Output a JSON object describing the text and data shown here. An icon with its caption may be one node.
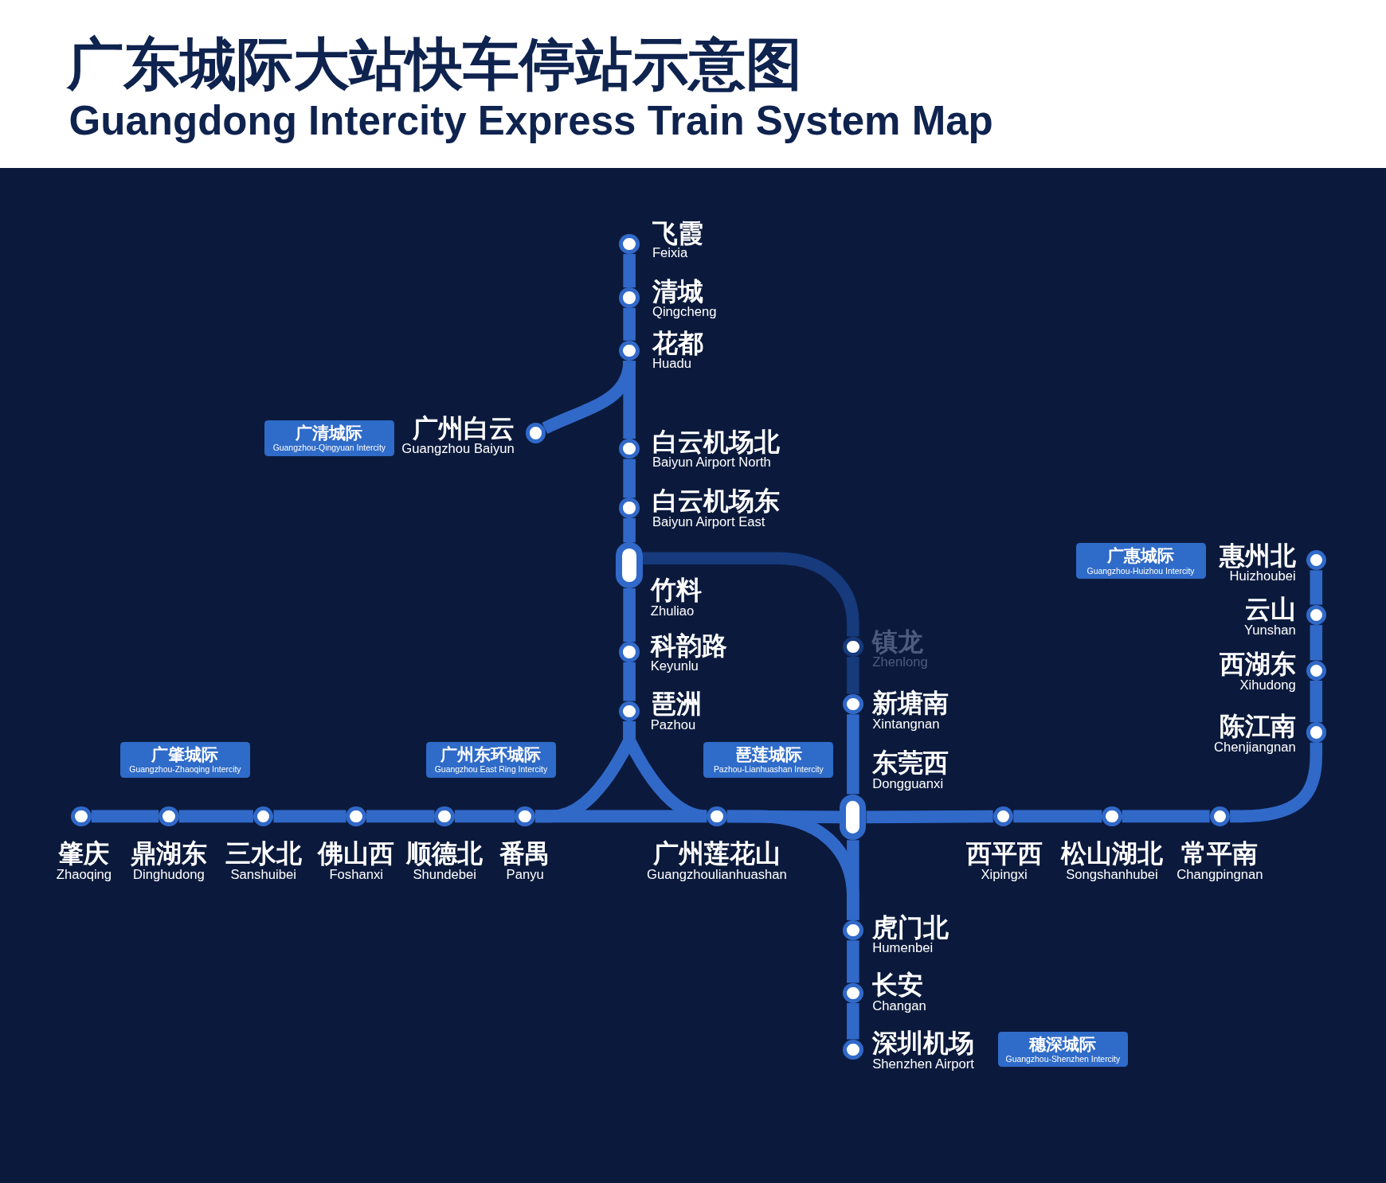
{
  "diagram": {
    "title": "广东城际大站快车停站示意图",
    "nodes": [
      {
        "text": [],
        "shape": "circle",
        "beside": [
          "飞霞",
          "Feixia"
        ]
      },
      {
        "text": [],
        "shape": "circle",
        "beside": [
          "清城",
          "Qingcheng"
        ]
      },
      {
        "text": [],
        "shape": "circle",
        "beside": [
          "花都",
          "Huadu"
        ]
      },
      {
        "text": [],
        "shape": "circle",
        "beside": [
          "广州白云",
          "Guangzhou Baiyun"
        ]
      },
      {
        "text": [],
        "shape": "circle",
        "beside": [
          "白云机场北",
          "Baiyun Airport North"
        ]
      },
      {
        "text": [],
        "shape": "circle",
        "beside": [
          "白云机场东",
          "Baiyun Airport East"
        ]
      },
      {
        "text": [],
        "shape": "capsule",
        "beside": [
          "竹料",
          "Zhuliao"
        ]
      },
      {
        "text": [],
        "shape": "circle",
        "beside": [
          "科韵路",
          "Keyunlu"
        ]
      },
      {
        "text": [],
        "shape": "circle",
        "beside": [
          "琶洲",
          "Pazhou"
        ]
      },
      {
        "text": [],
        "shape": "circle",
        "beside": [
          "肇庆",
          "Zhaoqing"
        ]
      },
      {
        "text": [],
        "shape": "circle",
        "beside": [
          "鼎湖东",
          "Dinghudong"
        ]
      },
      {
        "text": [],
        "shape": "circle",
        "beside": [
          "三水北",
          "Sanshuibei"
        ]
      },
      {
        "text": [],
        "shape": "circle",
        "beside": [
          "佛山西",
          "Foshanxi"
        ]
      },
      {
        "text": [],
        "shape": "circle",
        "beside": [
          "顺德北",
          "Shundebei"
        ]
      },
      {
        "text": [],
        "shape": "circle",
        "beside": [
          "番禺",
          "Panyu"
        ]
      },
      {
        "text": [],
        "shape": "circle",
        "beside": [
          "广州莲花山",
          "Guangzhoulianhuashan"
        ]
      },
      {
        "text": [],
        "shape": "circle",
        "beside": [
          "镇龙",
          "Zhenlong"
        ]
      },
      {
        "text": [],
        "shape": "circle",
        "beside": [
          "新塘南",
          "Xintangnan"
        ]
      },
      {
        "text": [],
        "shape": "capsule",
        "beside": [
          "东莞西",
          "Dongguanxi"
        ]
      },
      {
        "text": [],
        "shape": "circle",
        "beside": [
          "西平西",
          "Xipingxi"
        ]
      },
      {
        "text": [],
        "shape": "circle",
        "beside": [
          "松山湖北",
          "Songshanhubei"
        ]
      },
      {
        "text": [],
        "shape": "circle",
        "beside": [
          "常平南",
          "Changpingnan"
        ]
      },
      {
        "text": [],
        "shape": "circle",
        "beside": [
          "惠州北",
          "Huizhoubei"
        ]
      },
      {
        "text": [],
        "shape": "circle",
        "beside": [
          "云山",
          "Yunshan"
        ]
      },
      {
        "text": [],
        "shape": "circle",
        "beside": [
          "西湖东",
          "Xihudong"
        ]
      },
      {
        "text": [],
        "shape": "circle",
        "beside": [
          "陈江南",
          "Chenjiangnan"
        ]
      },
      {
        "text": [],
        "shape": "circle",
        "beside": [
          "虎门北",
          "Humenbei"
        ]
      },
      {
        "text": [],
        "shape": "circle",
        "beside": [
          "长安",
          "Changan"
        ]
      },
      {
        "text": [],
        "shape": "circle",
        "beside": [
          "深圳机场",
          "Shenzhen Airport"
        ]
      },
      {
        "text": [
          "广清城际",
          "Guangzhou-Qingyuan Intercity"
        ]
      },
      {
        "text": [
          "广肇城际",
          "Guangzhou-Zhaoqing Intercity"
        ]
      },
      {
        "text": [
          "广州东环城际",
          "Guangzhou East Ring Intercity"
        ]
      },
      {
        "text": [
          "琶莲城际",
          "Pazhou-Lianhuashan Intercity"
        ]
      },
      {
        "text": [
          "广惠城际",
          "Guangzhou-Huizhou Intercity"
        ]
      },
      {
        "text": [
          "穗深城际",
          "Guangzhou-Shenzhen Intercity"
        ]
      }
    ],
    "edges": [
      {
        "from": 0,
        "to": 1,
        "arrow": "none"
      },
      {
        "from": 1,
        "to": 2,
        "arrow": "none"
      },
      {
        "from": 2,
        "to": 3,
        "arrow": "none"
      },
      {
        "from": 2,
        "to": 4,
        "arrow": "none"
      },
      {
        "from": 4,
        "to": 5,
        "arrow": "none"
      },
      {
        "from": 5,
        "to": 6,
        "arrow": "none"
      },
      {
        "from": 6,
        "to": 7,
        "arrow": "none"
      },
      {
        "from": 7,
        "to": 8,
        "arrow": "none"
      },
      {
        "from": 8,
        "to": 14,
        "arrow": "none"
      },
      {
        "from": 8,
        "to": 15,
        "arrow": "none"
      },
      {
        "from": 9,
        "to": 10,
        "arrow": "none"
      },
      {
        "from": 10,
        "to": 11,
        "arrow": "none"
      },
      {
        "from": 11,
        "to": 12,
        "arrow": "none"
      },
      {
        "from": 12,
        "to": 13,
        "arrow": "none"
      },
      {
        "from": 13,
        "to": 14,
        "arrow": "none"
      },
      {
        "from": 14,
        "to": 15,
        "arrow": "none"
      },
      {
        "from": 15,
        "to": 18,
        "arrow": "none"
      },
      {
        "from": 18,
        "to": 19,
        "arrow": "none"
      },
      {
        "from": 19,
        "to": 20,
        "arrow": "none"
      },
      {
        "from": 20,
        "to": 21,
        "arrow": "none"
      },
      {
        "from": 21,
        "to": 25,
        "arrow": "none"
      },
      {
        "from": 25,
        "to": 24,
        "arrow": "none"
      },
      {
        "from": 24,
        "to": 23,
        "arrow": "none"
      },
      {
        "from": 23,
        "to": 22,
        "arrow": "none"
      },
      {
        "from": 6,
        "to": 16,
        "arrow": "none",
        "color": "#163a7c"
      },
      {
        "from": 16,
        "to": 17,
        "arrow": "none",
        "color": "#163a7c"
      },
      {
        "from": 17,
        "to": 18,
        "arrow": "none"
      },
      {
        "from": 18,
        "to": 26,
        "arrow": "none"
      },
      {
        "from": 15,
        "to": 26,
        "arrow": "none"
      },
      {
        "from": 26,
        "to": 27,
        "arrow": "none"
      },
      {
        "from": 27,
        "to": 28,
        "arrow": "none"
      }
    ],
    "labels": [
      "Guangdong Intercity Express Train System Map"
    ]
  }
}
